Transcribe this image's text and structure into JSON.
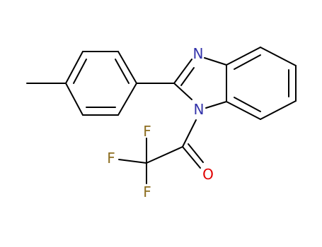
{
  "atoms": {
    "n_imine": {
      "symbol": "N",
      "color": "#3333aa"
    },
    "n_ring": {
      "symbol": "N",
      "color": "#3333aa"
    },
    "f_top": {
      "symbol": "F",
      "color": "#8c6d1f"
    },
    "f_left": {
      "symbol": "F",
      "color": "#8c6d1f"
    },
    "f_bottom": {
      "symbol": "F",
      "color": "#8c6d1f"
    },
    "o_carbonyl": {
      "symbol": "O",
      "color": "#e00000"
    }
  },
  "colors": {
    "bond": "#000000",
    "background": "#ffffff"
  }
}
